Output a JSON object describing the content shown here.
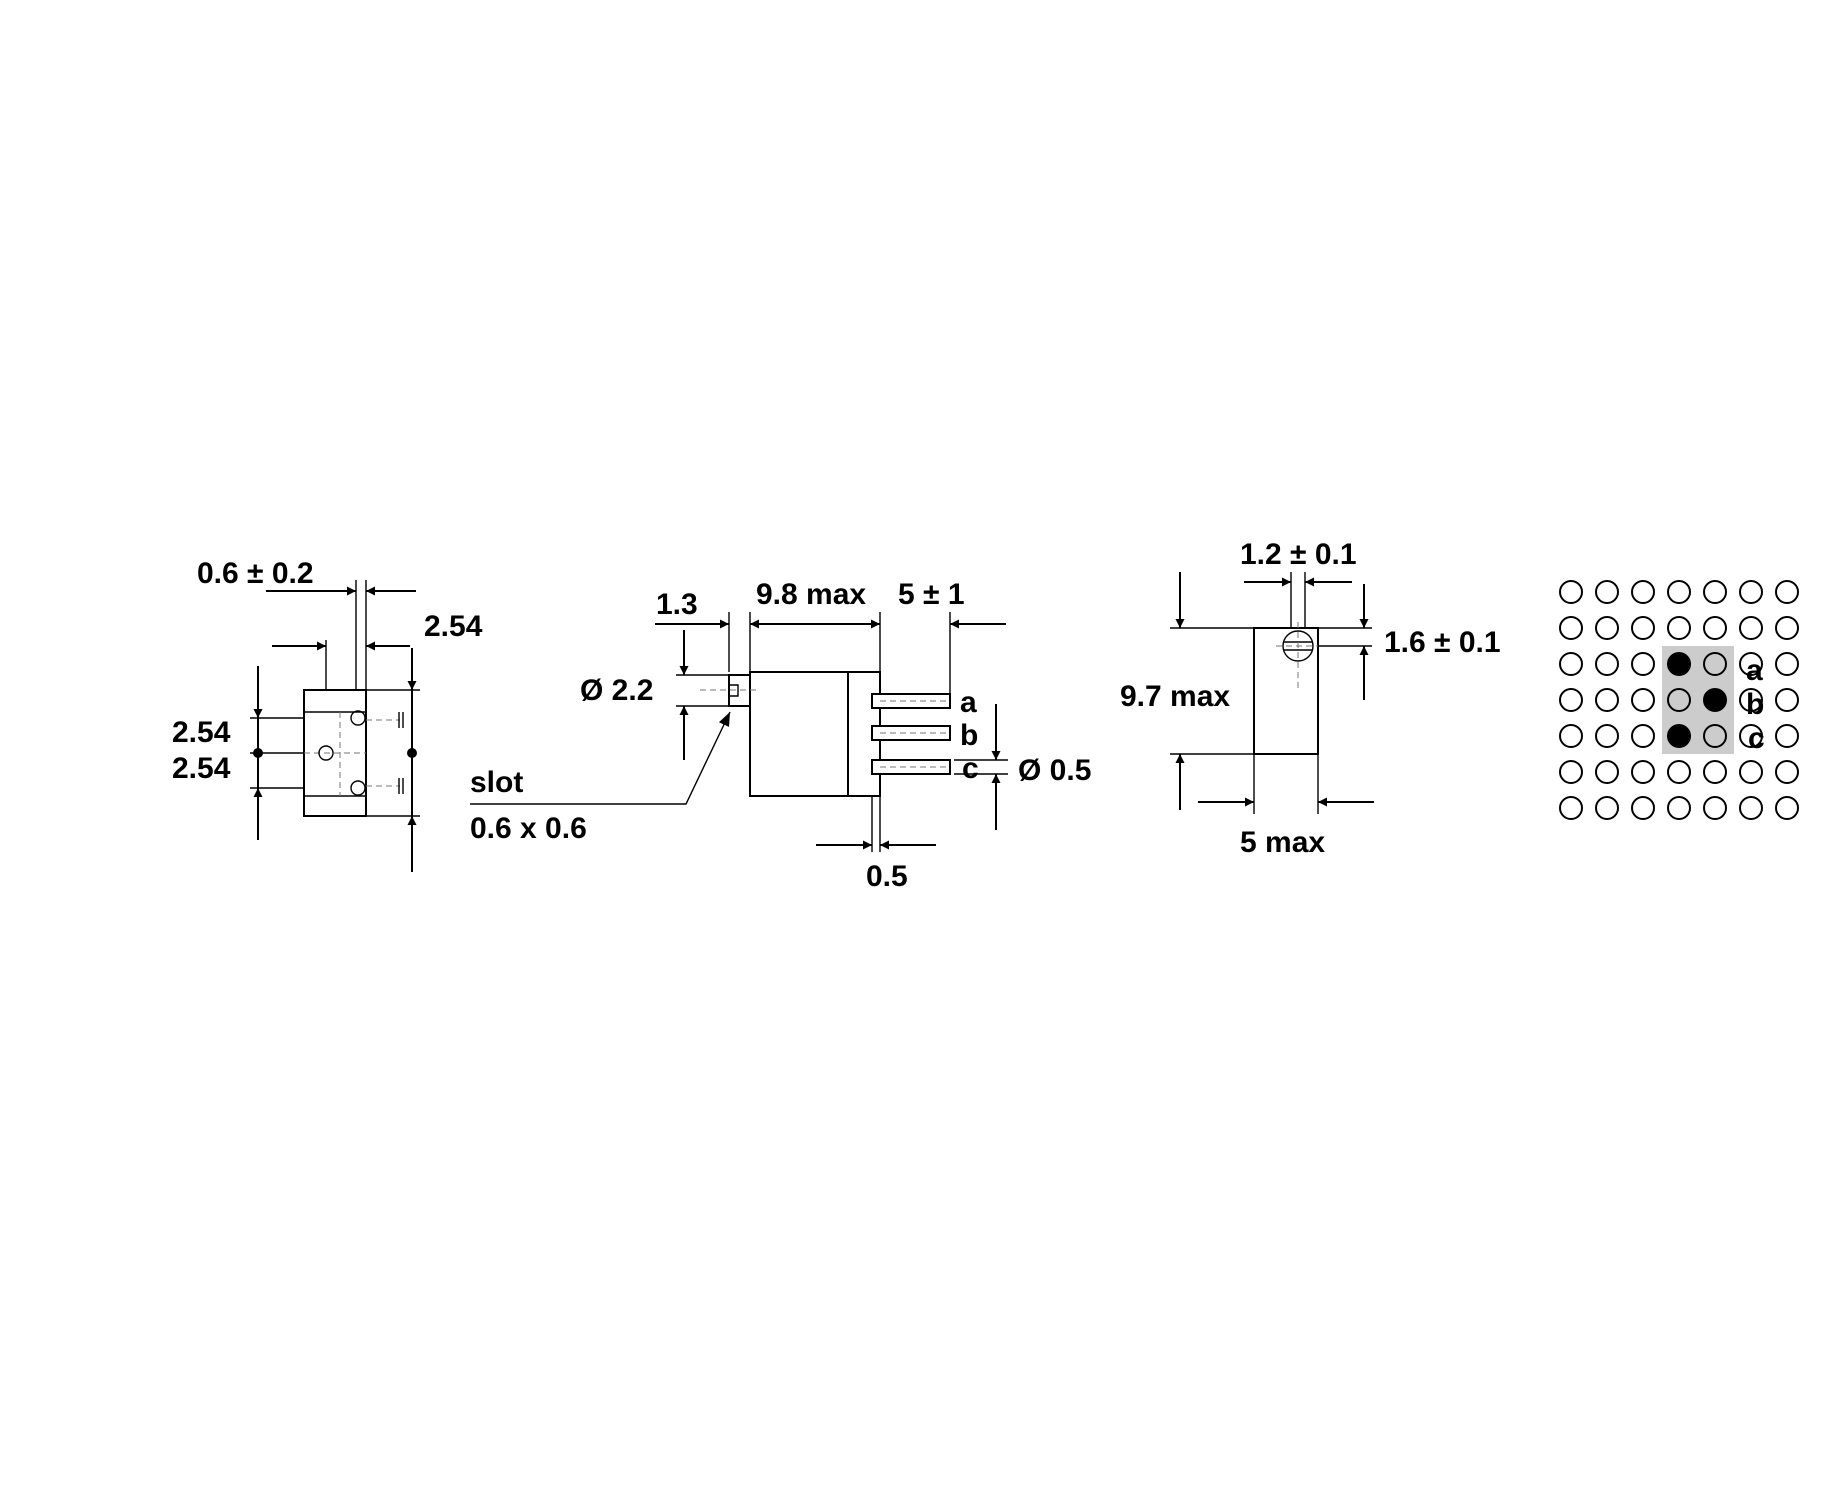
{
  "labels": {
    "pin_width": "0.6 ± 0.2",
    "pin_pitch_x": "2.54",
    "pin_pitch_y1": "2.54",
    "pin_pitch_y2": "2.54",
    "shaft_len": "1.3",
    "body_len": "9.8 max",
    "pin_len": "5 ± 1",
    "shaft_dia": "Ø 2.2",
    "slot_title": "slot",
    "slot_size": "0.6 x 0.6",
    "pin_a": "a",
    "pin_b": "b",
    "pin_c": "c",
    "pin_dia": "Ø 0.5",
    "flange": "0.5",
    "screw_w": "1.2 ± 0.1",
    "screw_h": "1.6 ± 0.1",
    "height": "9.7 max",
    "width": "5 max",
    "grid_a": "a",
    "grid_b": "b",
    "grid_c": "c"
  },
  "grid": {
    "rows": 7,
    "cols": 7,
    "highlight_color": "#cccccc",
    "filled_holes": [
      [
        2,
        3
      ],
      [
        3,
        4
      ],
      [
        4,
        3
      ]
    ],
    "gray_holes": [
      [
        2,
        4
      ],
      [
        3,
        3
      ],
      [
        4,
        4
      ]
    ]
  }
}
